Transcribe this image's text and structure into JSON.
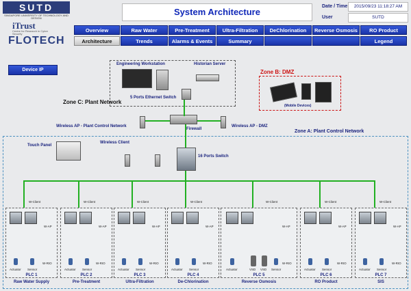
{
  "header": {
    "org_name": "SUTD",
    "org_subtitle": "SINGAPORE UNIVERSITY OF TECHNOLOGY AND DESIGN",
    "brand": "iTrust",
    "brand_subtitle": "Centre for Research in Cyber Security",
    "partner": "FLOTECH",
    "title": "System Architecture",
    "date_label": "Date / Time",
    "date_value": "2015/09/23 11:18:27 AM",
    "user_label": "User",
    "user_value": "SUTD"
  },
  "nav": {
    "row1": [
      "Overview",
      "Raw Water",
      "Pre-Treatment",
      "Ultra-Filtration",
      "DeChlorination",
      "Reverse Osmosis",
      "RO Product"
    ],
    "row2": [
      "Architecture",
      "Trends",
      "Alarms & Events",
      "Summary",
      "",
      "",
      "Legend"
    ],
    "active": "Architecture"
  },
  "diagram": {
    "device_ip_button": "Device IP",
    "engineering_workstation": "Engineering Workstation",
    "historian_server": "Historian Server",
    "zone_b": "Zone B: DMZ",
    "mobile_devices": "(Mobile Devices)",
    "zone_c": "Zone C: Plant Network",
    "five_port_switch": "5 Ports Ethernet Switch",
    "wap_plant": "Wireless AP - Plant Control Network",
    "wap_dmz": "Wireless AP - DMZ",
    "firewall": "Firewall",
    "zone_a": "Zone A: Plant Control Network",
    "touch_panel": "Touch Panel",
    "wireless_client": "Wireless Client",
    "sixteen_port_switch": "16 Ports Switch",
    "w_client": "W-Client",
    "w_ap": "W-AP",
    "w_rio": "W-RIO",
    "actuator": "Actuator",
    "sensor": "Sensor",
    "vsd": "VSD",
    "plcs": [
      "PLC 1",
      "PLC 2",
      "PLC 3",
      "PLC 4",
      "PLC 5",
      "PLC 6",
      "PLC 7"
    ],
    "stages": [
      "Raw Water Supply",
      "Pre-Treatment",
      "Ultra-Filtration",
      "De-Chlorination",
      "Reverse Osmosis",
      "RO Product",
      "SIS"
    ]
  },
  "colors": {
    "nav_blue": "#2344c2",
    "title_blue": "#1028b8",
    "zone_red": "#cc1111",
    "network_green": "#21b021"
  }
}
